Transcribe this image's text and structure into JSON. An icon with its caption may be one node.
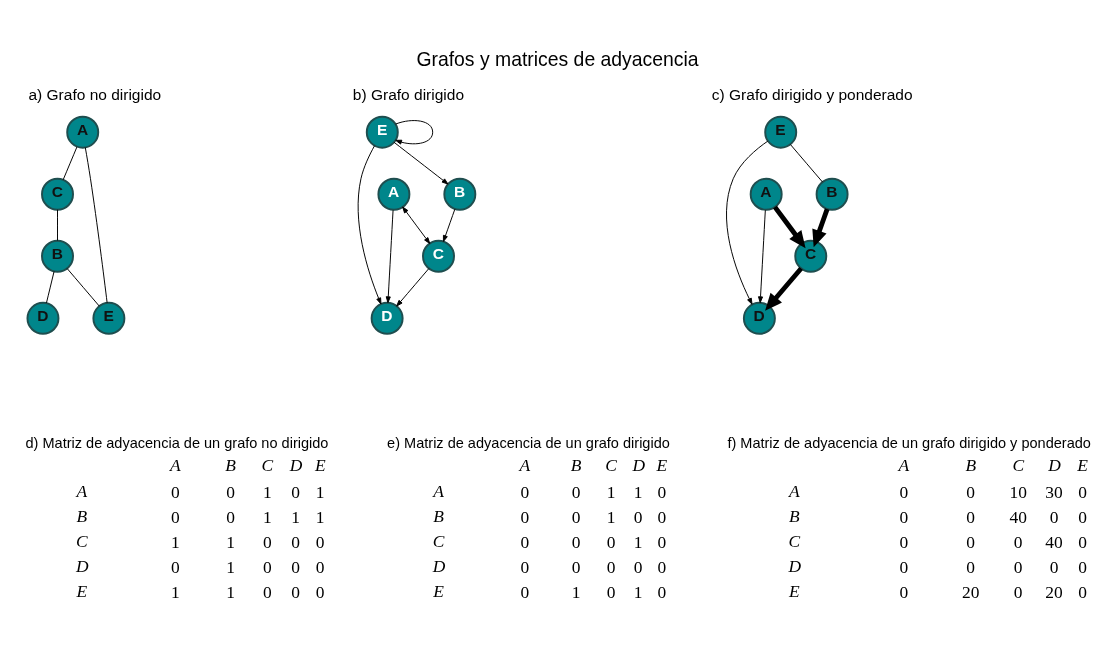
{
  "diagram": {
    "title": "Grafos y matrices de adyacencia",
    "nodes": [
      {
        "text": [
          "C"
        ]
      },
      {
        "text": [
          "E"
        ]
      },
      {
        "text": [
          "A"
        ]
      },
      {
        "text": [
          "B"
        ]
      },
      {
        "text": [
          "D"
        ]
      },
      {
        "text": [
          "C"
        ]
      },
      {
        "text": [
          "E"
        ]
      },
      {
        "text": [
          "A"
        ]
      },
      {
        "text": [
          "B"
        ]
      },
      {
        "text": [
          "D"
        ]
      },
      {
        "text": [
          "C"
        ]
      },
      {
        "text": [
          "E"
        ]
      },
      {
        "text": [
          "A"
        ]
      },
      {
        "text": [
          "B"
        ]
      },
      {
        "text": [
          "D"
        ]
      }
    ],
    "edges": [
      {
        "from": 2,
        "to": 0,
        "arrow": "none"
      },
      {
        "from": 2,
        "to": 1,
        "arrow": "none"
      },
      {
        "from": 0,
        "to": 3,
        "arrow": "none"
      },
      {
        "from": 3,
        "to": 1,
        "arrow": "none"
      },
      {
        "from": 3,
        "to": 4,
        "arrow": "none"
      },
      {
        "from": 7,
        "to": 5,
        "arrow": "both"
      },
      {
        "from": 8,
        "to": 5,
        "arrow": "to"
      },
      {
        "from": 5,
        "to": 9,
        "arrow": "to"
      },
      {
        "from": 6,
        "to": 8,
        "arrow": "to"
      },
      {
        "from": 6,
        "to": 9,
        "arrow": "to"
      },
      {
        "from": 7,
        "to": 9,
        "arrow": "to"
      },
      {
        "from": 6,
        "to": 6,
        "arrow": "to"
      },
      {
        "from": 12,
        "to": 10,
        "arrow": "to",
        "style": "thick"
      },
      {
        "from": 13,
        "to": 10,
        "arrow": "to",
        "style": "thick"
      },
      {
        "from": 10,
        "to": 14,
        "arrow": "to",
        "style": "thick"
      },
      {
        "from": 12,
        "to": 14,
        "arrow": "to"
      },
      {
        "from": 11,
        "to": 13,
        "arrow": "none"
      },
      {
        "from": 11,
        "to": 14,
        "arrow": "to"
      }
    ],
    "labels": [
      "a) Grafo no dirigido",
      "b) Grafo dirigido",
      "c) Grafo dirigido y ponderado",
      "d) Matriz de adyacencia de un grafo no dirigido",
      "A",
      "B",
      "C",
      "D",
      "E",
      "A",
      "0",
      "0",
      "1",
      "0",
      "1",
      "B",
      "0",
      "0",
      "1",
      "1",
      "1",
      "C",
      "1",
      "1",
      "0",
      "0",
      "0",
      "D",
      "0",
      "1",
      "0",
      "0",
      "0",
      "E",
      "1",
      "1",
      "0",
      "0",
      "0",
      "e) Matriz de adyacencia de un grafo dirigido",
      "A",
      "B",
      "C",
      "D",
      "E",
      "A",
      "0",
      "0",
      "1",
      "1",
      "0",
      "B",
      "0",
      "0",
      "1",
      "0",
      "0",
      "C",
      "0",
      "0",
      "0",
      "1",
      "0",
      "D",
      "0",
      "0",
      "0",
      "0",
      "0",
      "E",
      "0",
      "1",
      "0",
      "1",
      "0",
      "f) Matriz de adyacencia de un grafo dirigido y ponderado",
      "A",
      "B",
      "C",
      "D",
      "E",
      "A",
      "0",
      "0",
      "10",
      "30",
      "0",
      "B",
      "0",
      "0",
      "40",
      "0",
      "0",
      "C",
      "0",
      "0",
      "0",
      "40",
      "0",
      "D",
      "0",
      "0",
      "0",
      "0",
      "0",
      "E",
      "0",
      "20",
      "0",
      "20",
      "0"
    ]
  }
}
